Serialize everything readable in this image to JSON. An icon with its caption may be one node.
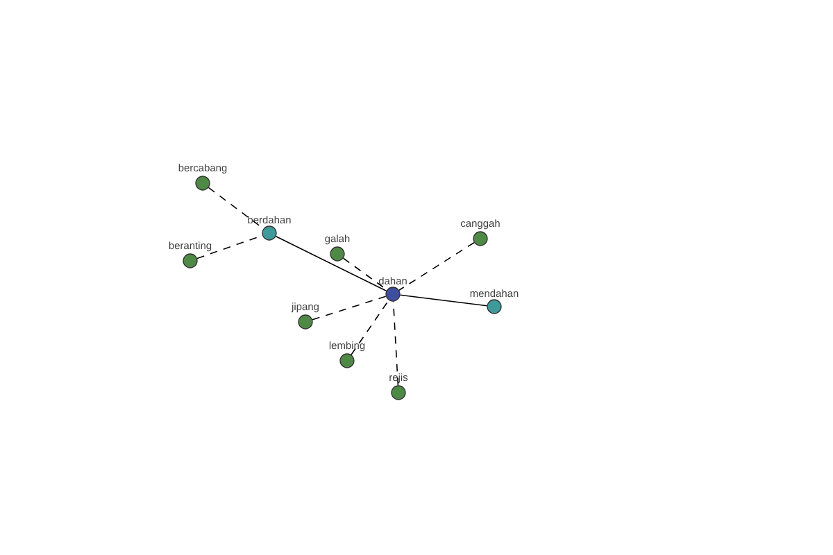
{
  "diagram": {
    "nodes": [
      {
        "text": [
          "bercabang"
        ]
      },
      {
        "text": [
          "berdahan"
        ]
      },
      {
        "text": [
          "beranting"
        ]
      },
      {
        "text": [
          "galah"
        ]
      },
      {
        "text": [
          "canggah"
        ]
      },
      {
        "text": [
          "dahan"
        ]
      },
      {
        "text": [
          "mendahan"
        ]
      },
      {
        "text": [
          "jipang"
        ]
      },
      {
        "text": [
          "lembing"
        ]
      },
      {
        "text": [
          "rejis"
        ]
      }
    ],
    "edges": [
      {
        "from": 0,
        "to": 1,
        "arrow": "none",
        "style": "dashed"
      },
      {
        "from": 2,
        "to": 1,
        "arrow": "none",
        "style": "dashed"
      },
      {
        "from": 1,
        "to": 5,
        "arrow": "none"
      },
      {
        "from": 3,
        "to": 5,
        "arrow": "none",
        "style": "dashed"
      },
      {
        "from": 4,
        "to": 5,
        "arrow": "none",
        "style": "dashed"
      },
      {
        "from": 5,
        "to": 6,
        "arrow": "none"
      },
      {
        "from": 7,
        "to": 5,
        "arrow": "none",
        "style": "dashed"
      },
      {
        "from": 8,
        "to": 5,
        "arrow": "none",
        "style": "dashed"
      },
      {
        "from": 9,
        "to": 5,
        "arrow": "none",
        "style": "dashed"
      }
    ]
  }
}
